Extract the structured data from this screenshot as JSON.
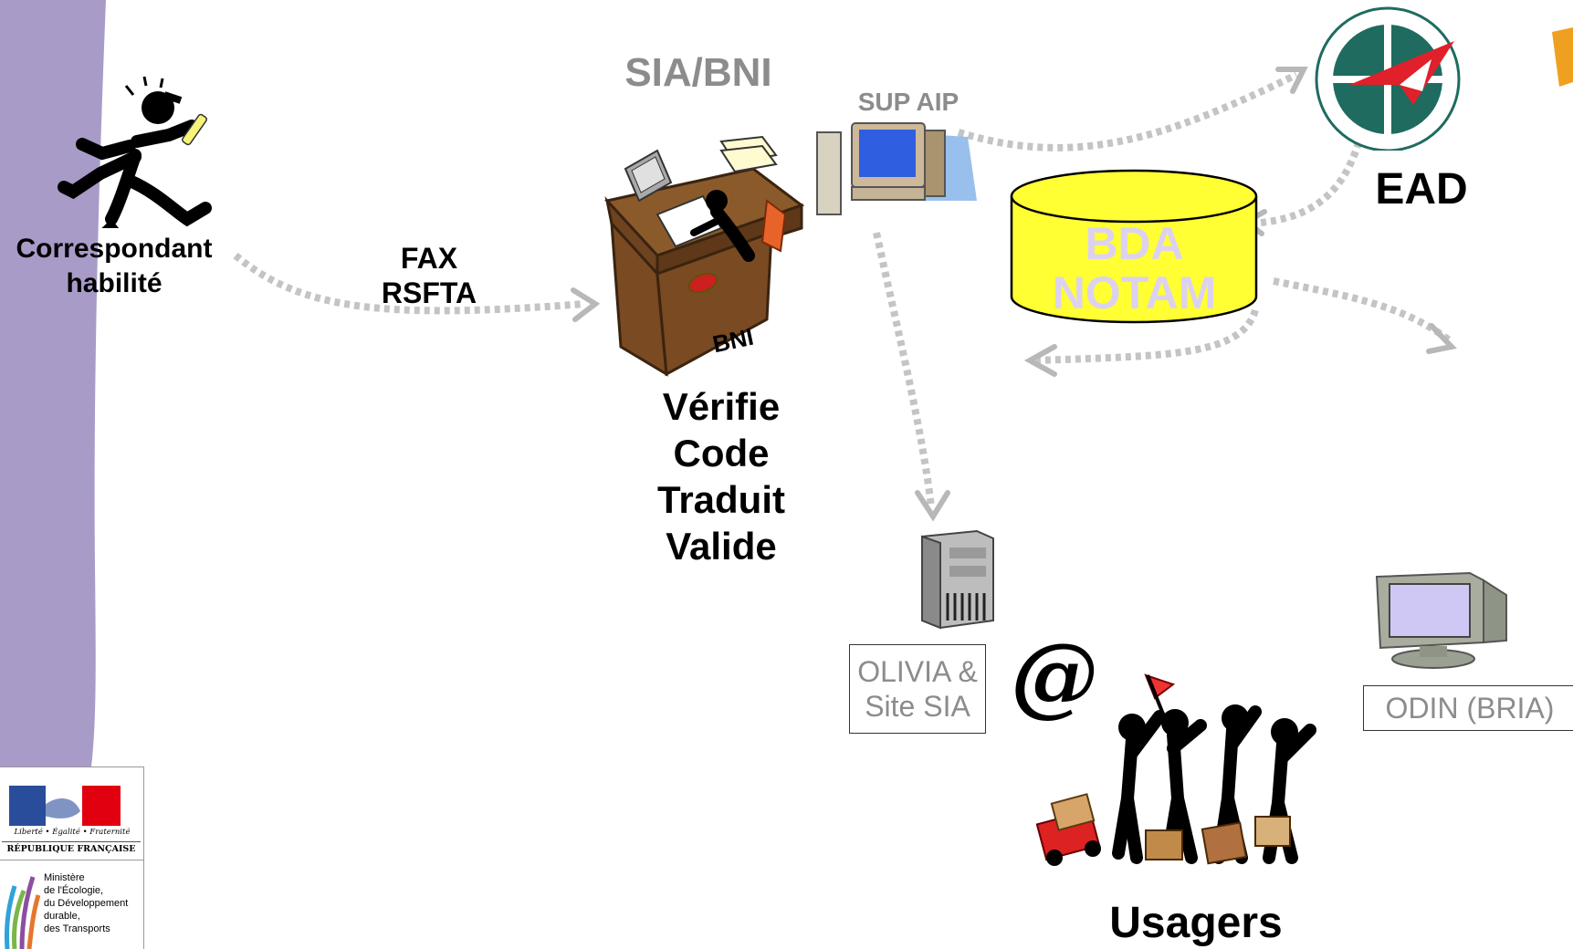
{
  "labels": {
    "correspondant_line1": "Correspondant",
    "correspondant_line2": "habilité",
    "fax": "FAX",
    "rsfta": "RSFTA",
    "sia_bni": "SIA/BNI",
    "sup_aip": "SUP AIP",
    "bni": "BNI",
    "steps": [
      "Vérifie",
      "Code",
      "Traduit",
      "Valide"
    ],
    "bda": "BDA",
    "notam": "NOTAM",
    "ead": "EAD",
    "olivia_line1": "OLIVIA &",
    "olivia_line2": "Site SIA",
    "at_sign": "@",
    "odin": "ODIN (BRIA)",
    "usagers": "Usagers"
  },
  "logo": {
    "motto": "Liberté • Égalité • Fraternité",
    "republique": "RÉPUBLIQUE FRANÇAISE",
    "ministere": [
      "Ministère",
      "de l'Écologie,",
      "du Développement",
      "durable,",
      "des Transports"
    ]
  },
  "colors": {
    "sidebar": "#a99bc8",
    "arrow": "#c4c4c4",
    "cylinder": "#ffff33",
    "bda_text": "#dcd2f0",
    "label_grey": "#8c8c8c"
  }
}
